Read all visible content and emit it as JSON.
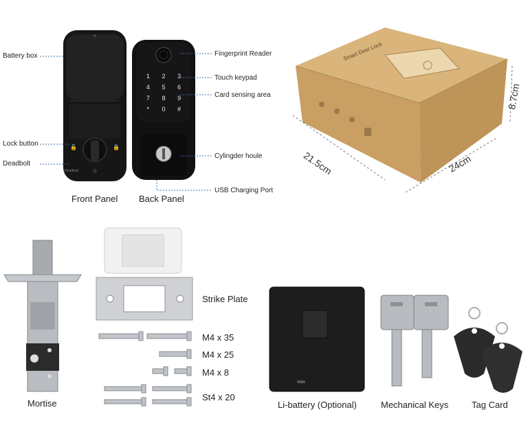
{
  "front_panel": {
    "caption": "Front Panel",
    "brand": "Deadbolt",
    "callouts": {
      "battery_box": "Battery box",
      "lock_button": "Lock button",
      "deadbolt": "Deadbolt"
    }
  },
  "back_panel": {
    "caption": "Back Panel",
    "keypad_keys": [
      "1",
      "2",
      "3",
      "4",
      "5",
      "6",
      "7",
      "8",
      "9",
      "*",
      "0",
      "#"
    ],
    "callouts": {
      "fingerprint_reader": "Fingerprint Reader",
      "touch_keypad": "Touch keypad",
      "card_sensing_area": "Card sensing area",
      "cylinder_hole": "Cylingder houle",
      "usb_charging_port": "USB Charging Port"
    }
  },
  "box": {
    "print": "Smart Door Lock",
    "dimensions": {
      "width": "21.5cm",
      "length": "24cm",
      "height": "8.7cm"
    }
  },
  "parts": {
    "mortise": "Mortise",
    "strike_plate": "Strike Plate",
    "screws": [
      "M4 x 35",
      "M4 x 25",
      "M4 x 8",
      "St4 x 20"
    ],
    "battery": "Li-battery (Optional)",
    "keys": "Mechanical Keys",
    "tag_card": "Tag Card"
  },
  "colors": {
    "lock_body": "#1a1a1a",
    "cardboard": "#d2ac72",
    "callout_line": "#3a6fb0",
    "metal": "#b9bcc0"
  }
}
